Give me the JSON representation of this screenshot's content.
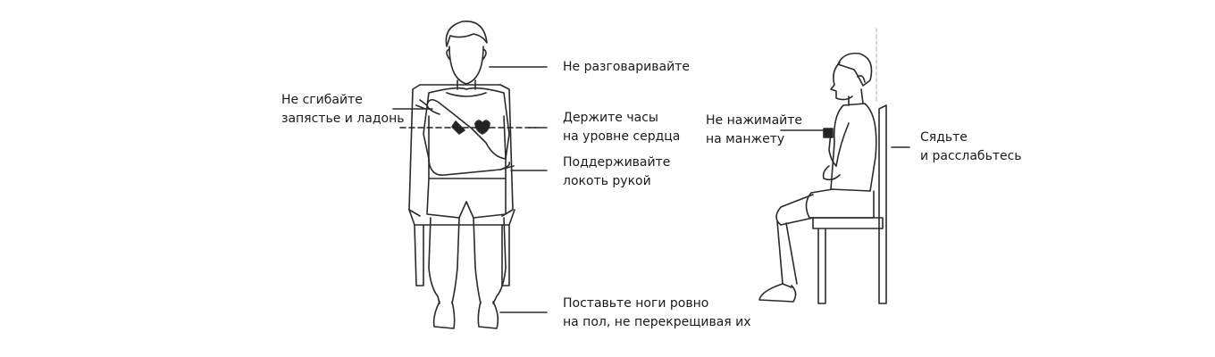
{
  "labels": {
    "no_talking": [
      "Не разговаривайте"
    ],
    "no_bend_wrist": [
      "Не сгибайте",
      "запястье и ладонь"
    ],
    "watch_heart_level": [
      "Держите часы",
      "на уровне сердца"
    ],
    "support_elbow": [
      "Поддерживайте",
      "локоть рукой"
    ],
    "feet_flat": [
      "Поставьте ноги ровно",
      "на пол, не перекрещивая их"
    ],
    "no_press_cuff": [
      "Не нажимайте",
      "на манжету"
    ],
    "sit_relax": [
      "Сядьте",
      "и расслабьтесь"
    ]
  },
  "colors": {
    "line": "#2a2a2a",
    "accent": "#222222",
    "text": "#1a1a1a",
    "guide": "#bbbbbb"
  }
}
